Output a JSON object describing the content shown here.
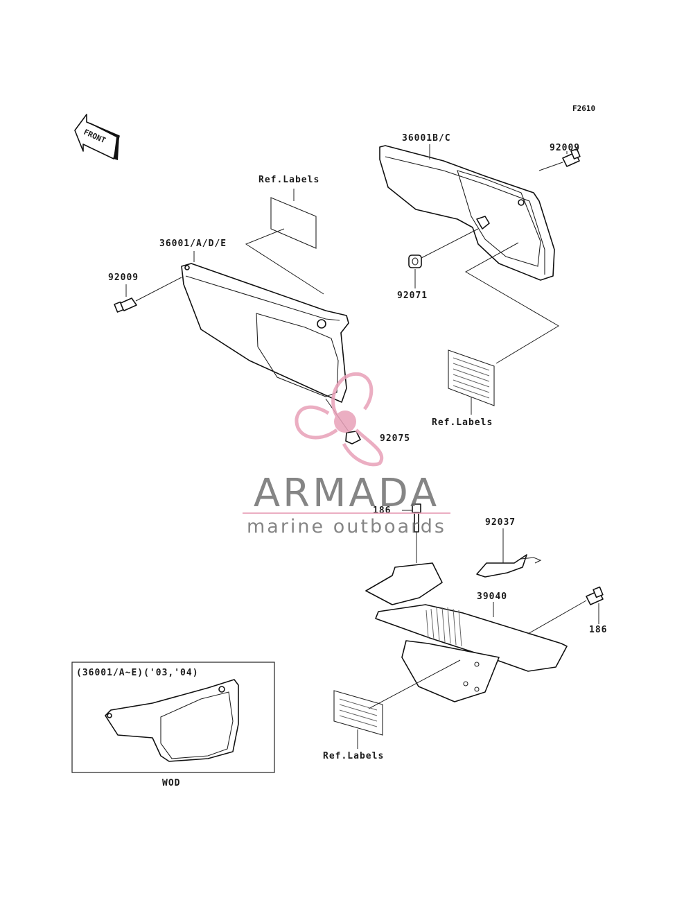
{
  "figure_code": "F2610",
  "front_arrow": "FRONT",
  "callouts": {
    "right_cover": "36001B/C",
    "bolt_right": "92009",
    "grommet": "92071",
    "ref_labels_right": "Ref.Labels",
    "ref_labels_top": "Ref.Labels",
    "left_cover": "36001/A/D/E",
    "bolt_left": "92009",
    "damper": "92075",
    "bolt_186_top": "186",
    "clip": "92037",
    "guard": "39040",
    "bolt_186_right": "186",
    "ref_labels_bottom": "Ref.Labels"
  },
  "inset": {
    "caption": "(36001/A~E)('03,'04)",
    "footer": "WOD"
  },
  "watermark": {
    "brand": "ARMADA",
    "tagline": "marine outboards",
    "brand_color": "#707070",
    "accent_color": "#e8a0b8"
  }
}
